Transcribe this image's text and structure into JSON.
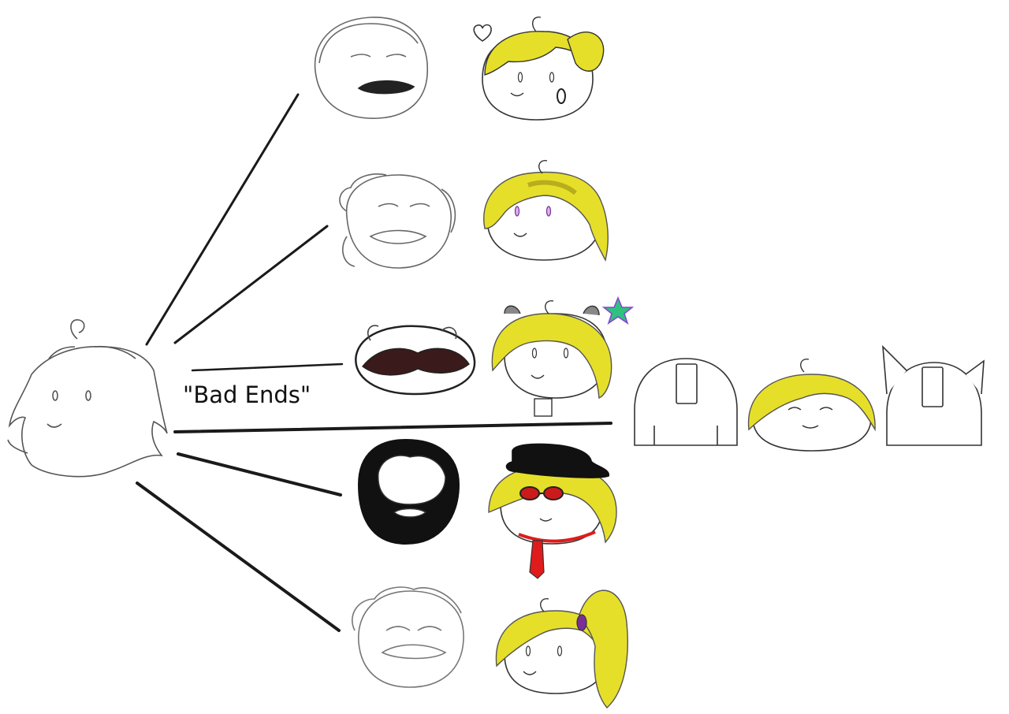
{
  "caption": "\"Bad Ends\"",
  "colors": {
    "ink": "#1a1a1a",
    "sketch_line": "#6a6a6a",
    "blonde_hair": "#e6df2a",
    "blonde_shade": "#b8ad1c",
    "dark_hair": "#111111",
    "mustache_dark": "#3a1a1a",
    "heart": "#333333",
    "star_colors": [
      "#2ec27e",
      "#8b45d6",
      "#3aa0e8"
    ],
    "glasses_red": "#cc1a1a",
    "tie_red": "#e01b1b",
    "hat_black": "#111111",
    "hair_tie_purple": "#7a2e9a"
  },
  "icons": [
    "central-character-head",
    "father-figure-head",
    "blonde-character-head",
    "heart-icon",
    "sparkle-star-icon",
    "helmet-head"
  ]
}
